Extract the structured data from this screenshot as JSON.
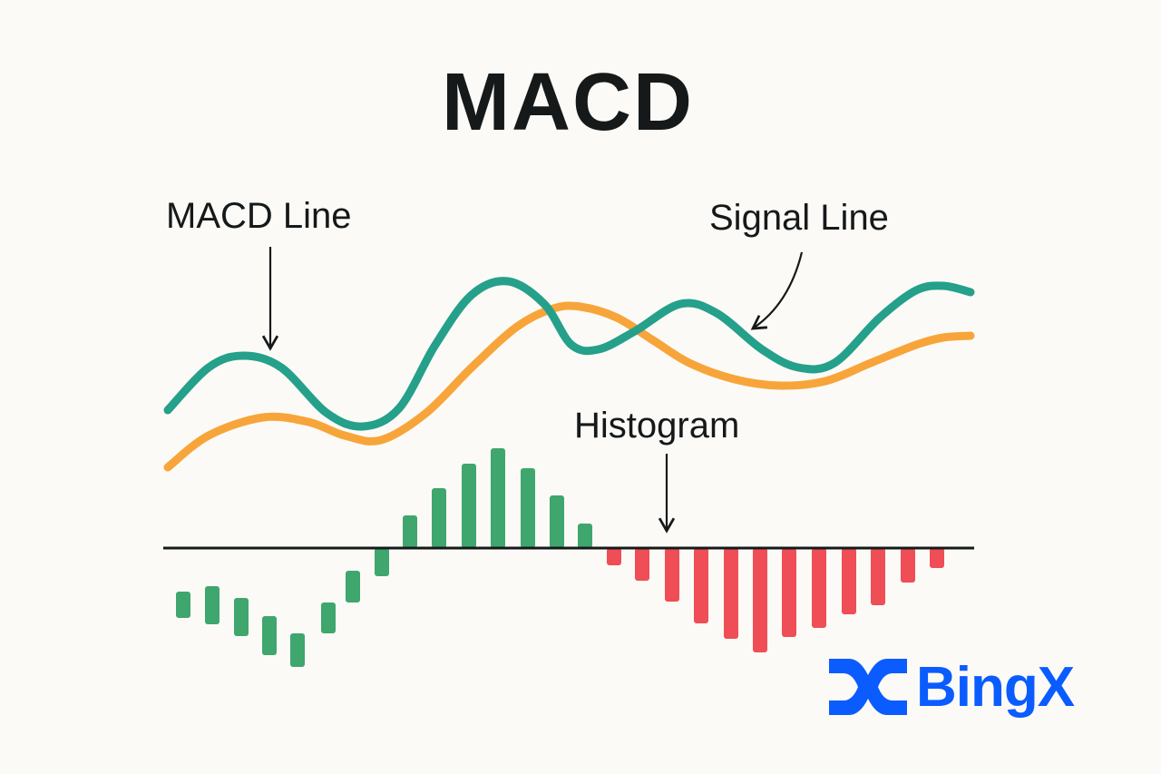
{
  "title": "MACD",
  "labels": {
    "macd_line": "MACD Line",
    "signal_line": "Signal Line",
    "histogram": "Histogram"
  },
  "brand": {
    "name": "BingX",
    "color": "#0b5cff"
  },
  "colors": {
    "macd": "#25a08a",
    "signal": "#f7a53a",
    "hist_positive": "#3fa66e",
    "hist_negative": "#ef4e56",
    "zero_line": "#15191a"
  },
  "chart_data": {
    "type": "line",
    "title": "MACD",
    "xlabel": "",
    "ylabel": "",
    "x": [
      0.5,
      5,
      8.8,
      13,
      18,
      22,
      26,
      30,
      34,
      38,
      42,
      45,
      48,
      52,
      57,
      61,
      66,
      70,
      74,
      79,
      83,
      86,
      89
    ],
    "series": [
      {
        "name": "MACD Line",
        "values": [
          15.2,
          19.9,
          21.2,
          19.9,
          14.9,
          13.4,
          15.4,
          22.4,
          27.9,
          29.4,
          26.9,
          22.4,
          21.9,
          23.9,
          26.9,
          25.9,
          21.9,
          19.9,
          20.4,
          25.4,
          28.4,
          28.9,
          28.2
        ]
      },
      {
        "name": "Signal Line",
        "x": [
          0.5,
          5,
          11,
          16,
          20,
          24,
          29,
          34,
          39,
          43,
          46,
          50,
          54,
          58,
          63,
          68,
          73,
          78,
          83,
          86,
          89
        ],
        "values": [
          8.9,
          12.4,
          14.4,
          13.9,
          12.4,
          11.9,
          14.9,
          19.9,
          24.4,
          26.4,
          26.6,
          25.4,
          22.9,
          20.4,
          18.6,
          17.9,
          18.4,
          20.4,
          22.4,
          23.2,
          23.4
        ]
      }
    ],
    "histogram": {
      "type": "bar",
      "bars": [
        {
          "low": -7.7,
          "high": -4.8
        },
        {
          "low": -8.4,
          "high": -4.2
        },
        {
          "low": -9.7,
          "high": -5.5
        },
        {
          "low": -11.8,
          "high": -7.5
        },
        {
          "low": -13.1,
          "high": -9.4
        },
        {
          "low": -9.4,
          "high": -6.0
        },
        {
          "low": -6.0,
          "high": -2.5
        },
        {
          "low": -3.1,
          "high": 0
        },
        {
          "low": 0,
          "high": 3.6
        },
        {
          "low": 0,
          "high": 6.6
        },
        {
          "low": 0,
          "high": 9.3
        },
        {
          "low": 0,
          "high": 11.0
        },
        {
          "low": 0,
          "high": 8.8
        },
        {
          "low": 0,
          "high": 5.8
        },
        {
          "low": 0,
          "high": 2.7
        },
        {
          "low": -1.9,
          "high": 0
        },
        {
          "low": -3.6,
          "high": 0
        },
        {
          "low": -5.9,
          "high": 0
        },
        {
          "low": -8.3,
          "high": 0
        },
        {
          "low": -10.0,
          "high": 0
        },
        {
          "low": -11.5,
          "high": 0
        },
        {
          "low": -9.8,
          "high": 0
        },
        {
          "low": -8.8,
          "high": 0
        },
        {
          "low": -7.3,
          "high": 0
        },
        {
          "low": -6.3,
          "high": 0
        },
        {
          "low": -3.8,
          "high": 0
        },
        {
          "low": -2.2,
          "high": 0
        }
      ],
      "x": [
        2.2,
        5.4,
        8.6,
        11.7,
        14.8,
        18.2,
        20.9,
        24.1,
        27.2,
        30.4,
        33.7,
        36.9,
        40.2,
        43.4,
        46.5,
        49.7,
        52.8,
        56.1,
        59.3,
        62.6,
        65.8,
        69.0,
        72.3,
        75.6,
        78.8,
        82.1,
        85.3
      ]
    },
    "zero_line": 0,
    "legend": "annotations"
  }
}
